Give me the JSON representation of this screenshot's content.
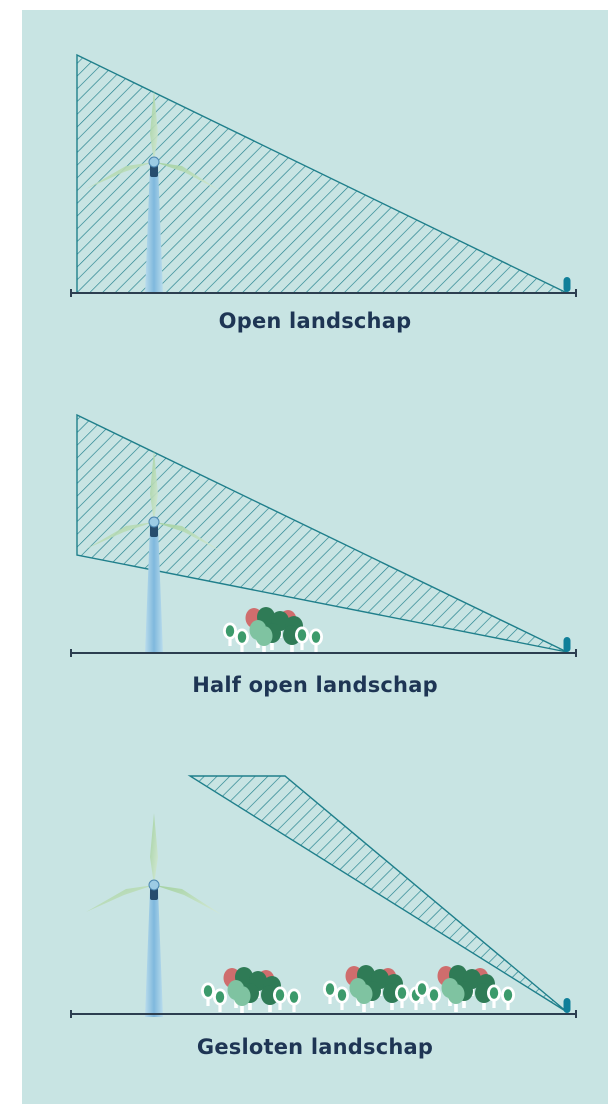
{
  "scenes": [
    {
      "caption": "Open landschap"
    },
    {
      "caption": "Half open landschap"
    },
    {
      "caption": "Gesloten landschap"
    }
  ],
  "colors": {
    "background": "#c8e4e3",
    "hatch": "#1f7f8b",
    "ground": "#2c3e50",
    "caption": "#1e3554",
    "tower": "#8ec2de",
    "blade": "#a8d3a6",
    "observer": "#0f7f99",
    "tree_dark": "#2f7b56",
    "tree_mid": "#3c9a6b",
    "tree_light": "#7fc3a1",
    "tree_red": "#cf6d6d"
  }
}
